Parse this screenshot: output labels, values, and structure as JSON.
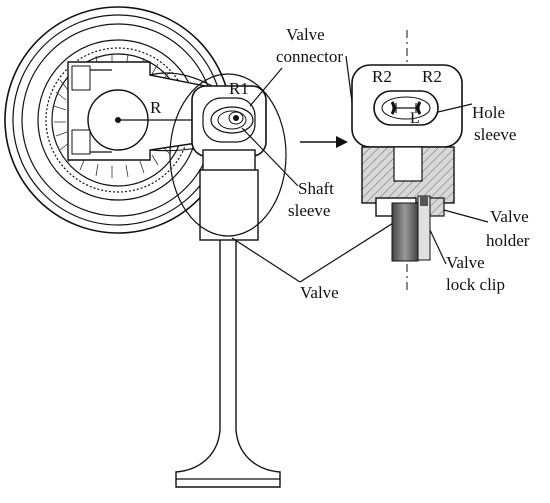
{
  "labels": {
    "valve_connector_line1": "Valve",
    "valve_connector_line2": "connector",
    "r1": "R1",
    "r": "R",
    "shaft_sleeve_line1": "Shaft",
    "shaft_sleeve_line2": "sleeve",
    "valve": "Valve",
    "r2_left": "R2",
    "r2_right": "R2",
    "l": "L",
    "hole_sleeve_line1": "Hole",
    "hole_sleeve_line2": "sleeve",
    "valve_holder_line1": "Valve",
    "valve_holder_line2": "holder",
    "valve_lock_clip_line1": "Valve",
    "valve_lock_clip_line2": "lock clip"
  }
}
